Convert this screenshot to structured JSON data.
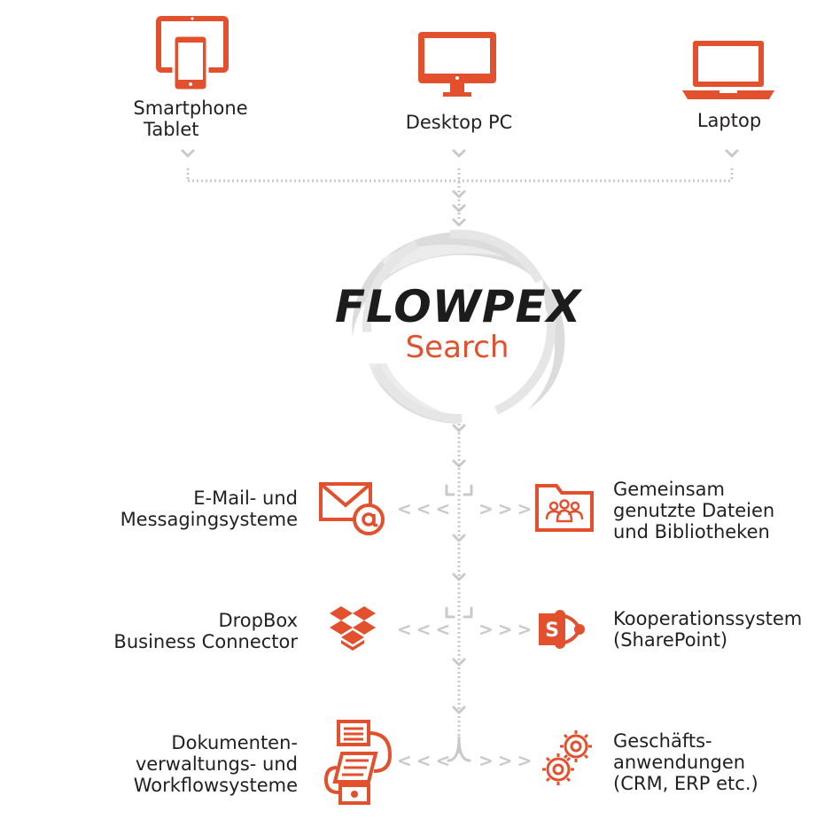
{
  "devices": {
    "smartphone_tablet": [
      "Smartphone",
      "Tablet"
    ],
    "desktop": "Desktop PC",
    "laptop": "Laptop"
  },
  "brand": {
    "name": "FLOWPEX",
    "product": "Search"
  },
  "sources_left": [
    {
      "lines": [
        "E-Mail- und",
        "Messagingsysteme"
      ],
      "icon": "email-icon"
    },
    {
      "lines": [
        "DropBox",
        "Business Connector"
      ],
      "icon": "dropbox-icon"
    },
    {
      "lines": [
        "Dokumenten-",
        "verwaltungs- und",
        "Workflowsysteme"
      ],
      "icon": "workflow-documents-icon"
    }
  ],
  "sources_right": [
    {
      "lines": [
        "Gemeinsam",
        "genutzte Dateien",
        "und Bibliotheken"
      ],
      "icon": "shared-folder-icon"
    },
    {
      "lines": [
        "Kooperationssystem",
        "(SharePoint)"
      ],
      "icon": "sharepoint-icon"
    },
    {
      "lines": [
        "Geschäfts-",
        "anwendungen",
        "(CRM, ERP etc.)"
      ],
      "icon": "gears-icon"
    }
  ],
  "arrows": {
    "left": "<<<",
    "right": ">>>"
  },
  "colors": {
    "accent": "#e2502d",
    "connector": "#c9c9c9",
    "text": "#231f20",
    "swirl": "#d9d9d9"
  }
}
